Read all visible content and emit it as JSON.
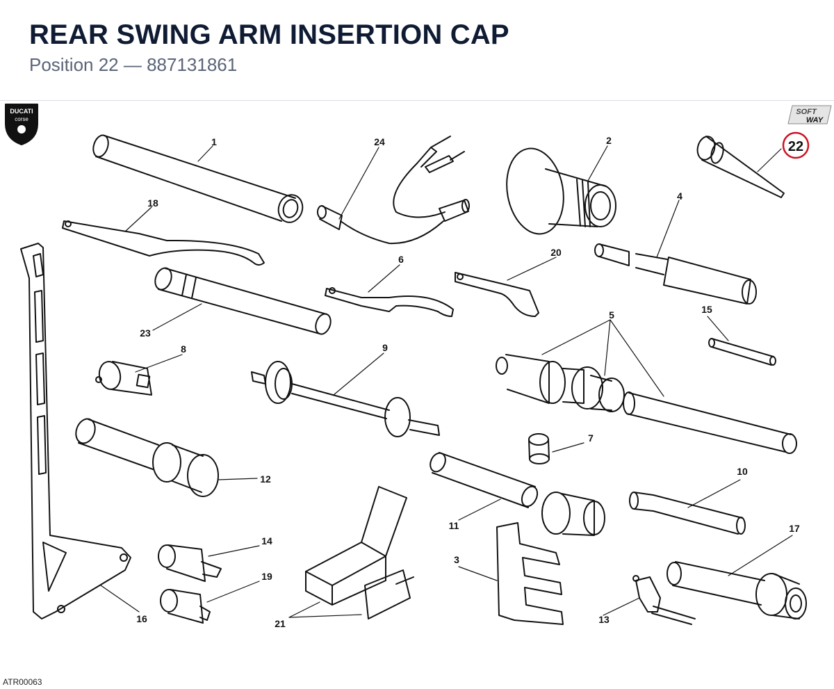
{
  "header": {
    "title": "REAR SWING ARM INSERTION CAP",
    "subtitle": "Position 22 — 887131861"
  },
  "logos": {
    "left": {
      "line1": "DUCATI",
      "line2": "corse"
    },
    "right": {
      "line1": "SOFT",
      "line2": "WAY"
    }
  },
  "highlight": {
    "label": "22",
    "color": "#cc1122"
  },
  "callouts": [
    "1",
    "2",
    "3",
    "4",
    "5",
    "6",
    "7",
    "8",
    "9",
    "10",
    "11",
    "12",
    "13",
    "14",
    "15",
    "16",
    "17",
    "18",
    "19",
    "20",
    "21",
    "23",
    "24"
  ],
  "drawing_code": "ATR00063"
}
